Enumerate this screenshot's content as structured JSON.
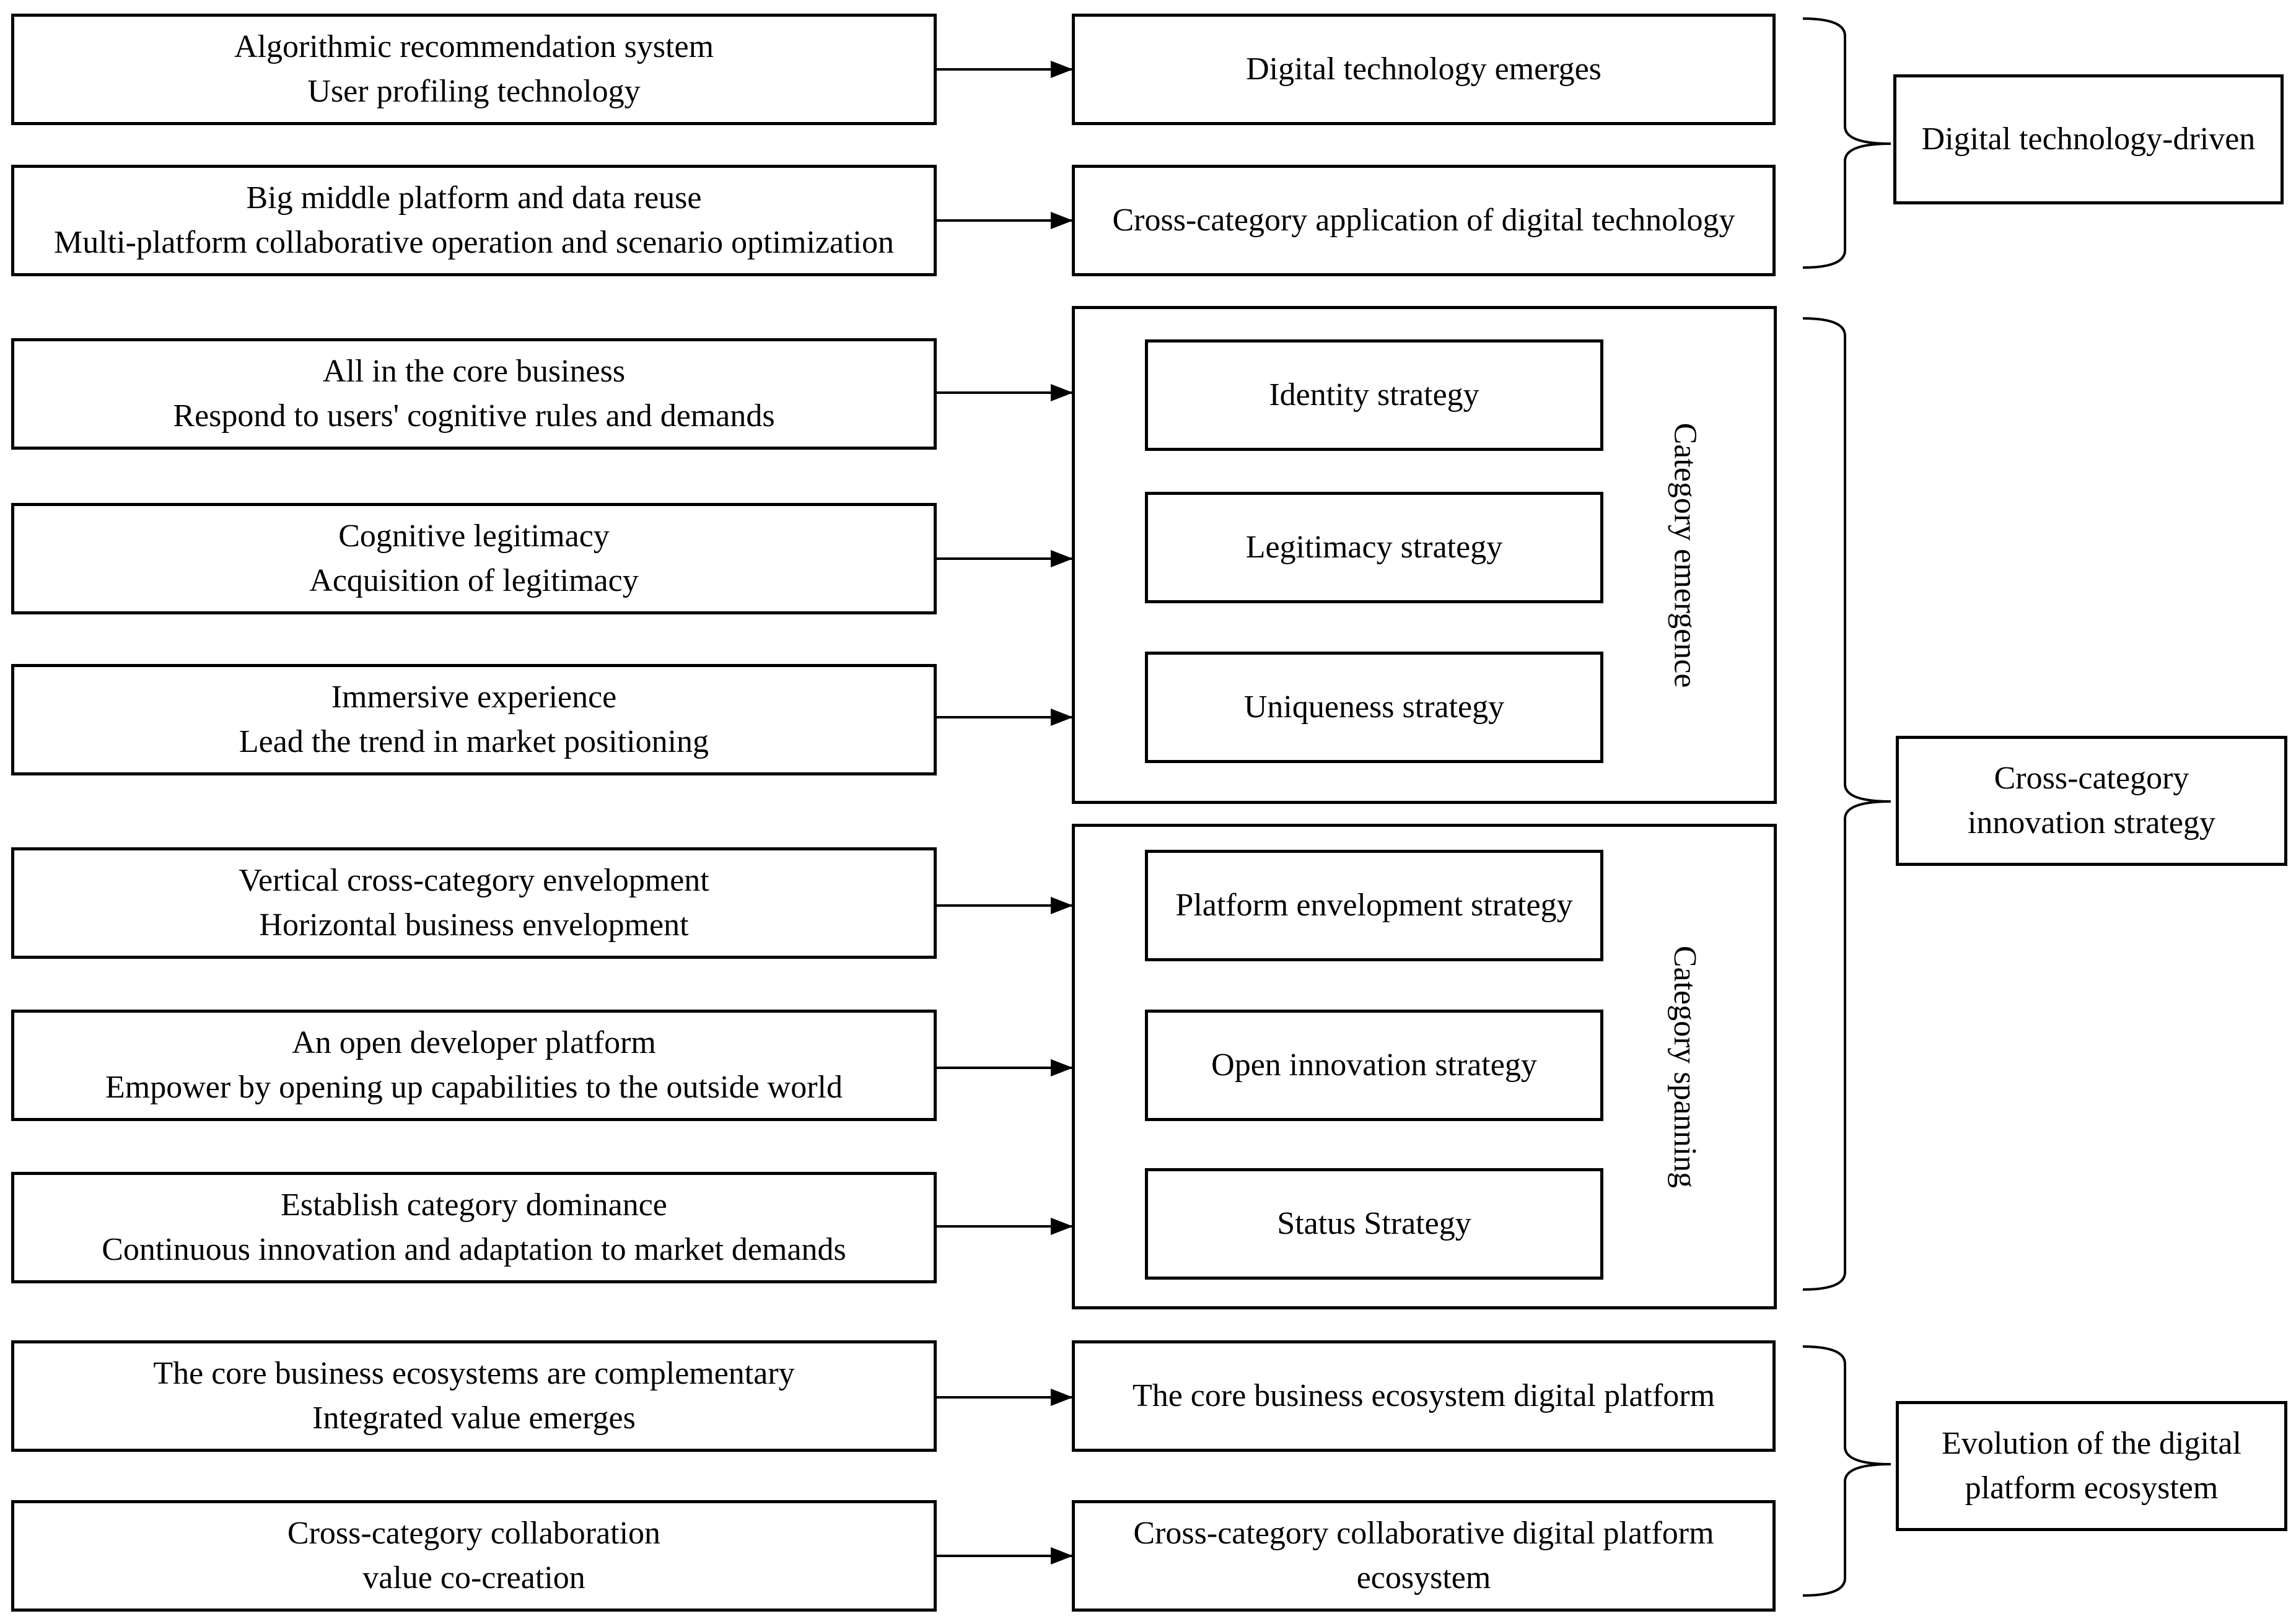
{
  "inputs": [
    [
      "Algorithmic recommendation system",
      "User profiling technology"
    ],
    [
      "Big middle platform and data reuse",
      "Multi-platform collaborative operation and scenario optimization"
    ],
    [
      "All in the core business",
      "Respond to users' cognitive rules and demands"
    ],
    [
      "Cognitive legitimacy",
      "Acquisition of legitimacy"
    ],
    [
      "Immersive experience",
      "Lead the trend in market positioning"
    ],
    [
      "Vertical cross-category envelopment",
      "Horizontal business envelopment"
    ],
    [
      "An open developer platform",
      "Empower by opening up capabilities to the outside world"
    ],
    [
      "Establish category dominance",
      "Continuous innovation and adaptation to market demands"
    ],
    [
      "The core business ecosystems are complementary",
      "Integrated value emerges"
    ],
    [
      "Cross-category collaboration",
      "value co-creation"
    ]
  ],
  "middle": {
    "digital_emerges": "Digital technology emerges",
    "cross_application": "Cross-category application of digital technology",
    "core_ecosystem": "The core business ecosystem digital platform",
    "collab_ecosystem": [
      "Cross-category collaborative digital platform",
      "ecosystem"
    ]
  },
  "category_emergence": {
    "label": "Category emergence",
    "strategies": [
      "Identity strategy",
      "Legitimacy strategy",
      "Uniqueness strategy"
    ]
  },
  "category_spanning": {
    "label": "Category spanning",
    "strategies": [
      "Platform envelopment strategy",
      "Open innovation strategy",
      "Status Strategy"
    ]
  },
  "outcomes": {
    "technology_driven": [
      "Digital technology-driven"
    ],
    "innovation_strategy": [
      "Cross-category",
      "innovation strategy"
    ],
    "ecosystem_evolution": [
      "Evolution of the digital",
      "platform ecosystem"
    ]
  }
}
